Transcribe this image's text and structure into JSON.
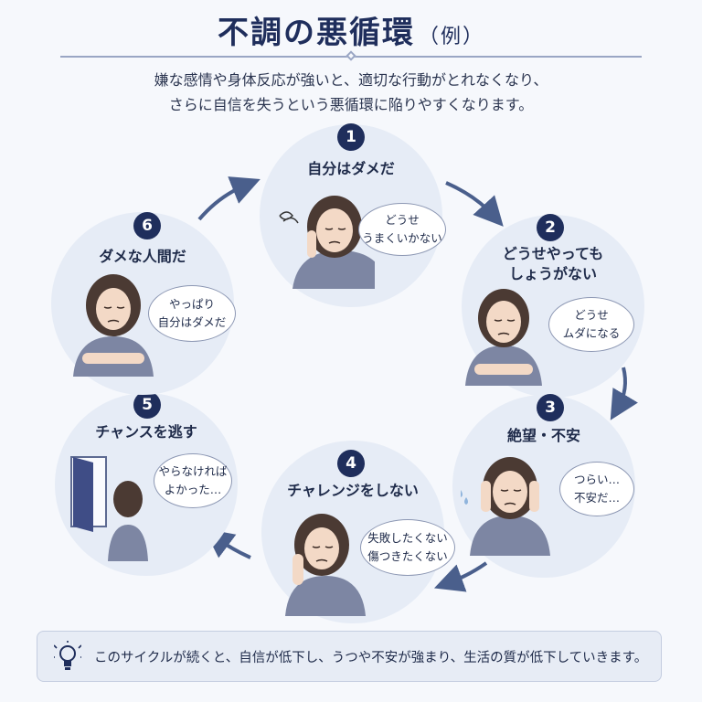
{
  "title": {
    "main": "不調の悪循環",
    "example": "（例）"
  },
  "subtitle": {
    "line1": "嫌な感情や身体反応が強いと、適切な行動がとれなくなり、",
    "line2": "さらに自信を失うという悪循環に陥りやすくなります。"
  },
  "steps": [
    {
      "number": "1",
      "label": "自分はダメだ",
      "thought": "どうせ\nうまくいかない"
    },
    {
      "number": "2",
      "label": "どうせやっても\nしょうがない",
      "thought": "どうせ\nムダになる"
    },
    {
      "number": "3",
      "label": "絶望・不安",
      "thought": "つらい…\n不安だ…"
    },
    {
      "number": "4",
      "label": "チャレンジをしない",
      "thought": "失敗したくない\n傷つきたくない"
    },
    {
      "number": "5",
      "label": "チャンスを逃す",
      "thought": "やらなければ\nよかった…"
    },
    {
      "number": "6",
      "label": "ダメな人間だ",
      "thought": "やっぱり\n自分はダメだ"
    }
  ],
  "footer": {
    "icon": "lightbulb-icon",
    "text": "このサイクルが続くと、自信が低下し、うつや不安が強まり、生活の質が低下していきます。"
  },
  "colors": {
    "navy": "#1f2e5c",
    "circle": "#e6ecf6",
    "arrow": "#4a5f8c",
    "clothing": "#7d86a3",
    "hair": "#4b3a33"
  }
}
